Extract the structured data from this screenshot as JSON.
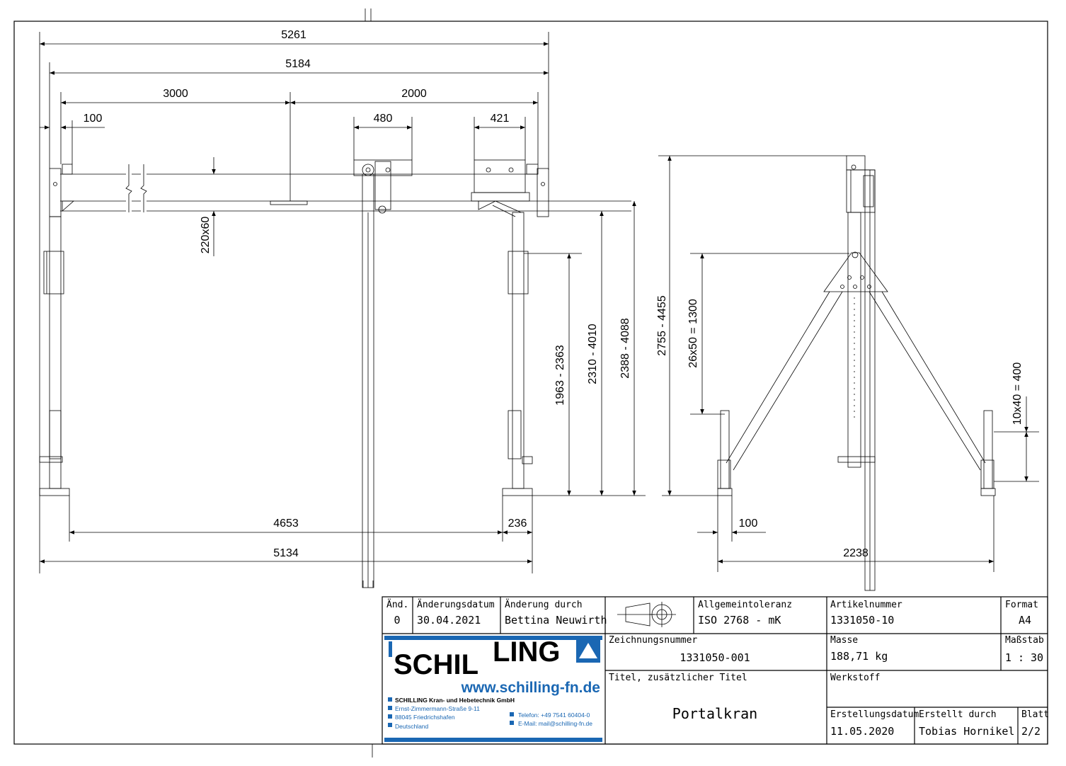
{
  "front_view": {
    "dim_5261": "5261",
    "dim_5184": "5184",
    "dim_3000": "3000",
    "dim_2000": "2000",
    "dim_100_top": "100",
    "dim_480": "480",
    "dim_421": "421",
    "dim_beam": "220x60",
    "dim_h1": "1963 - 2363",
    "dim_h2": "2310 - 4010",
    "dim_h3": "2388 - 4088",
    "dim_4653": "4653",
    "dim_236": "236",
    "dim_5134": "5134"
  },
  "side_view": {
    "dim_height": "2755 - 4455",
    "dim_holes": "26x50 = 1300",
    "dim_leg_holes": "10x40 = 400",
    "dim_100": "100",
    "dim_2238": "2238"
  },
  "title_block": {
    "rev_label": "Änd.",
    "rev_value": "0",
    "change_date_label": "Änderungsdatum",
    "change_date_value": "30.04.2021",
    "changed_by_label": "Änderung durch",
    "changed_by_value": "Bettina Neuwirth",
    "tolerance_label": "Allgemeintoleranz",
    "tolerance_value": "ISO 2768 - mK",
    "article_label": "Artikelnummer",
    "article_value": "1331050-10",
    "format_label": "Format",
    "format_value": "A4",
    "drawing_no_label": "Zeichnungsnummer",
    "drawing_no_value": "1331050-001",
    "mass_label": "Masse",
    "mass_value": "188,71 kg",
    "scale_label": "Maßstab",
    "scale_value": "1 : 30",
    "title_label": "Titel, zusätzlicher Titel",
    "title_value": "Portalkran",
    "material_label": "Werkstoff",
    "created_date_label": "Erstellungsdatum",
    "created_date_value": "11.05.2020",
    "created_by_label": "Erstellt durch",
    "created_by_value": "Tobias Hornikel",
    "sheet_label": "Blatt",
    "sheet_value": "2/2"
  },
  "logo": {
    "brand_part1": "SCHIL",
    "brand_part2": "LING",
    "website": "www.schilling-fn.de",
    "company": "SCHILLING Kran- und Hebetechnik GmbH",
    "street": "Ernst-Zimmermann-Straße 9-11",
    "city": "88045 Friedrichshafen",
    "country": "Deutschland",
    "phone": "Telefon: +49 7541 60404-0",
    "email": "E-Mail: mail@schilling-fn.de",
    "brand_color": "#1a67b3"
  }
}
